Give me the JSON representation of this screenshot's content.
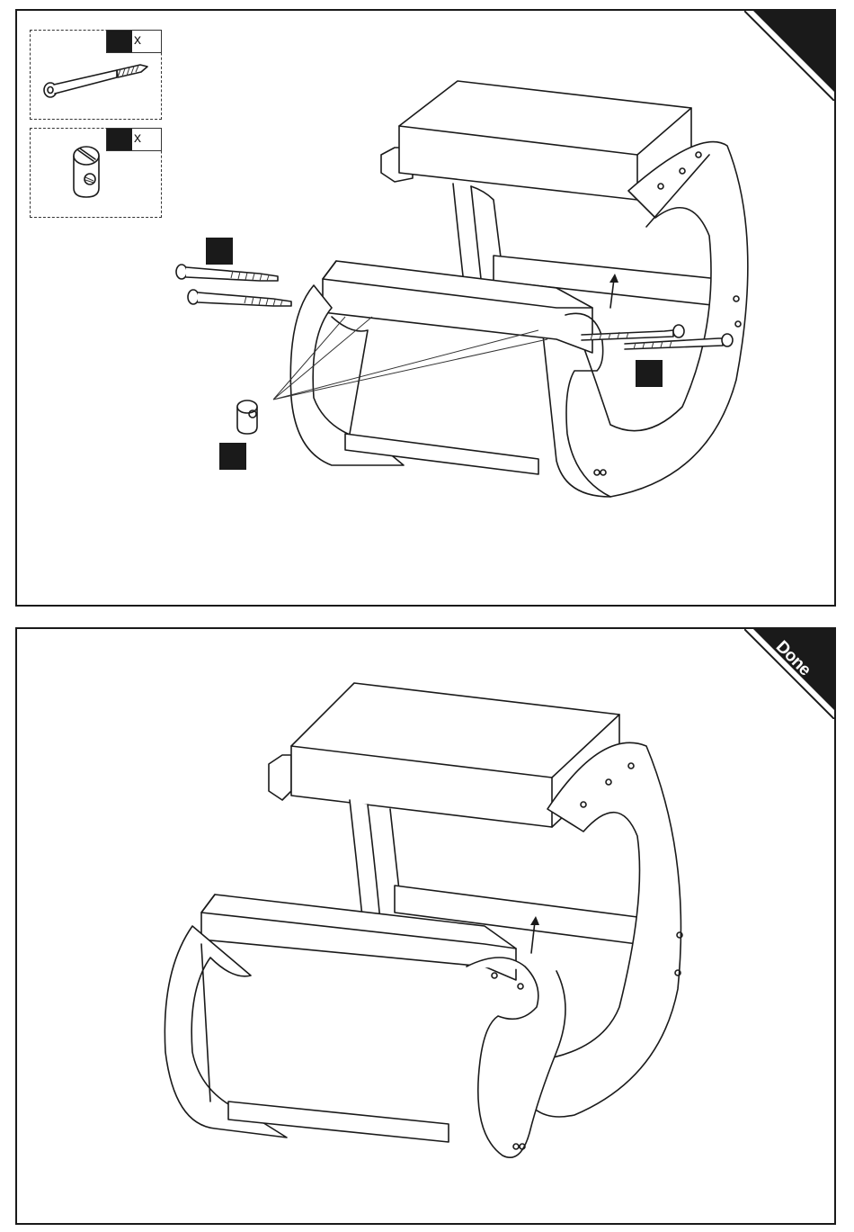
{
  "steps": [
    {
      "id": "step-assembly",
      "corner_label": "",
      "parts": [
        {
          "icon": "long-bolt-icon",
          "quantity_suffix": "x"
        },
        {
          "icon": "barrel-nut-icon",
          "quantity_suffix": "x"
        }
      ]
    },
    {
      "id": "step-done",
      "corner_label": "Done"
    }
  ],
  "colors": {
    "ink": "#1a1a1a",
    "paper": "#ffffff"
  }
}
